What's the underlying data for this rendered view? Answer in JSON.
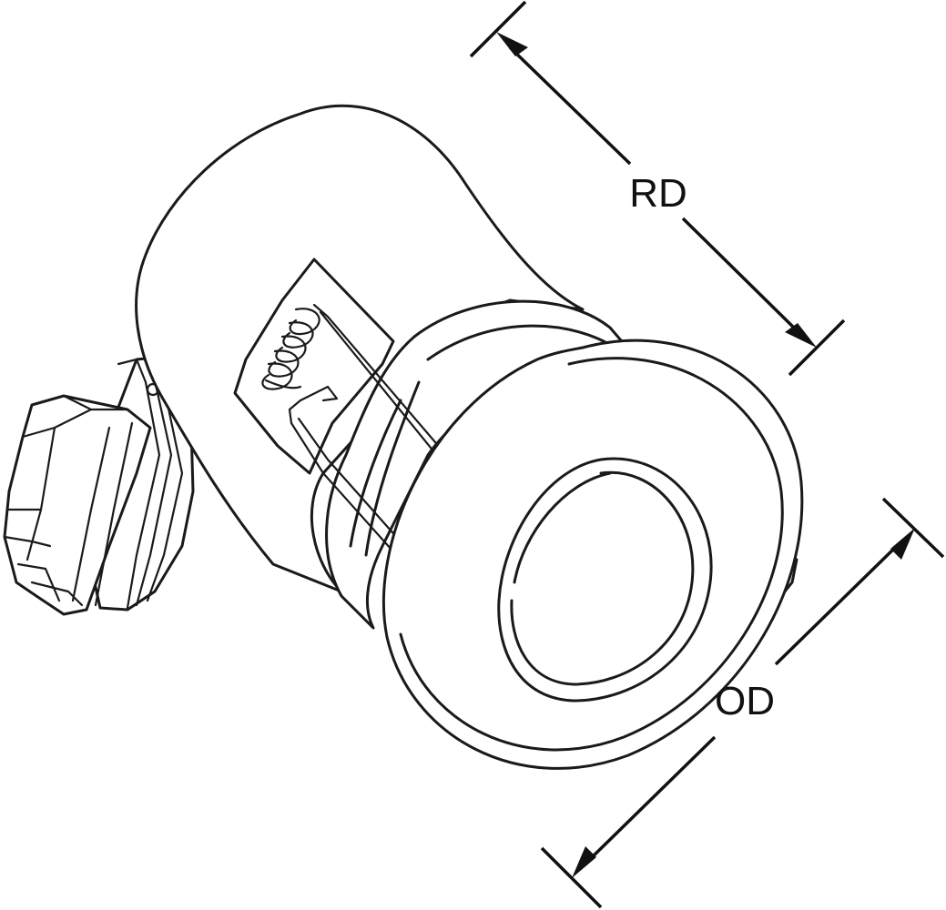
{
  "diagram": {
    "dimensions": [
      {
        "id": "rd",
        "label": "RD"
      },
      {
        "id": "od",
        "label": "OD"
      }
    ],
    "line_color": "#1a1a1a",
    "background": "#ffffff"
  }
}
